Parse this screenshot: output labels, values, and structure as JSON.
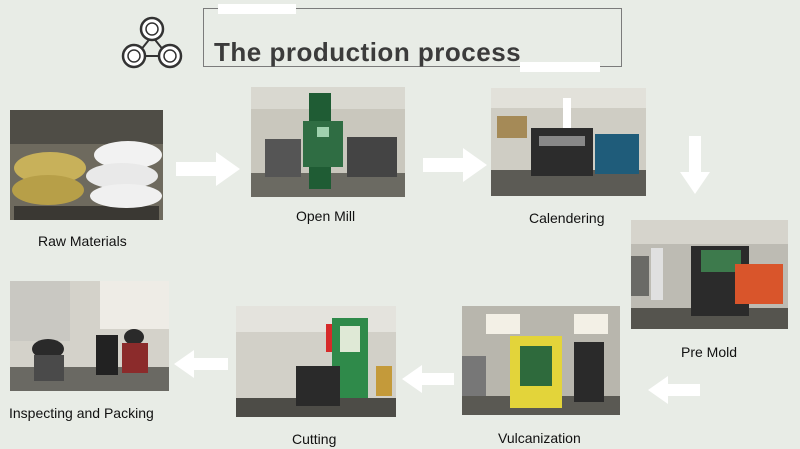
{
  "title": "The production process",
  "steps": {
    "raw_materials": "Raw Materials",
    "open_mill": "Open Mill",
    "calendering": "Calendering",
    "pre_mold": "Pre Mold",
    "vulcanization": "Vulcanization",
    "cutting": "Cutting",
    "inspecting_packing": "Inspecting and Packing"
  },
  "colors": {
    "background": "#e8ece6",
    "title_text": "#3b3b3b",
    "arrow": "#ffffff",
    "machine_green": "#1f6b3a"
  },
  "icons": {
    "logo": "three-connected-circles-icon",
    "arrow": "right-arrow-icon"
  }
}
